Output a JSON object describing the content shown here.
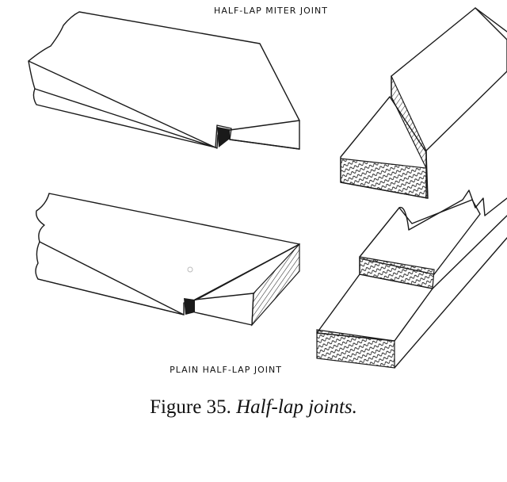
{
  "labels": {
    "top": "HALF-LAP MITER JOINT",
    "bottom": "PLAIN HALF-LAP JOINT"
  },
  "caption": {
    "number": "Figure 35.",
    "title": "Half-lap joints."
  }
}
